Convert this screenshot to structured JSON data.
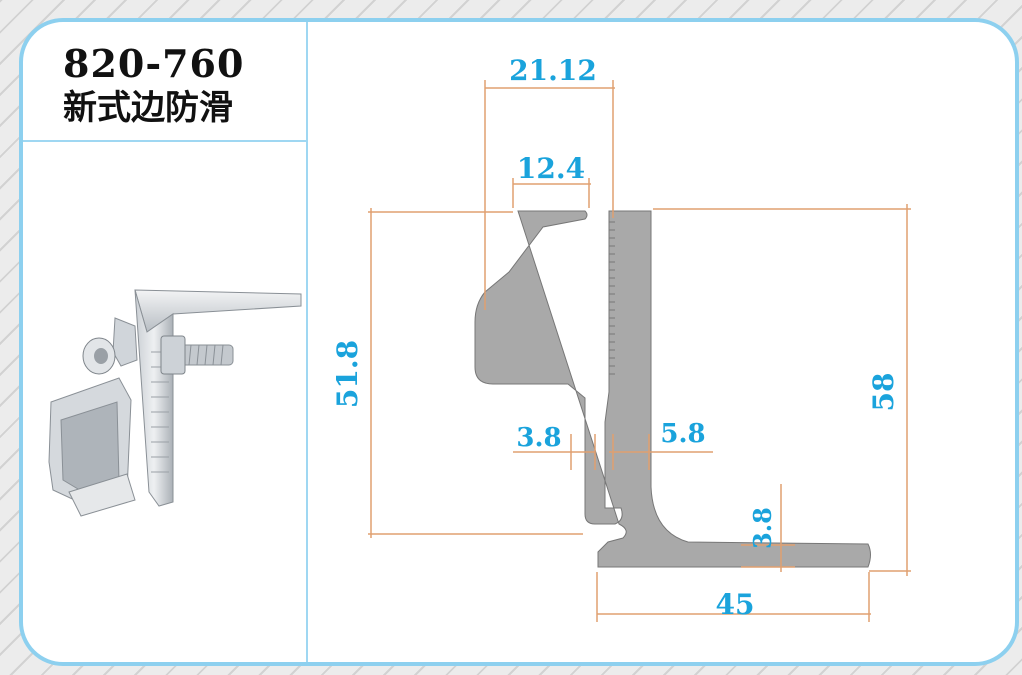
{
  "product": {
    "model": "820-760",
    "name": "新式边防滑"
  },
  "dimensions": {
    "top_width": "21.12",
    "hook_width": "12.4",
    "left_height": "51.8",
    "total_height": "58",
    "inner_thickness": "3.8",
    "wall_thickness": "5.8",
    "base_thickness": "3.8",
    "base_length": "45"
  },
  "colors": {
    "dimension_text": "#1aa3dc",
    "dimension_line": "#e0a070",
    "profile_fill": "#a9a9a9",
    "frame_border": "#8dd0ef"
  }
}
